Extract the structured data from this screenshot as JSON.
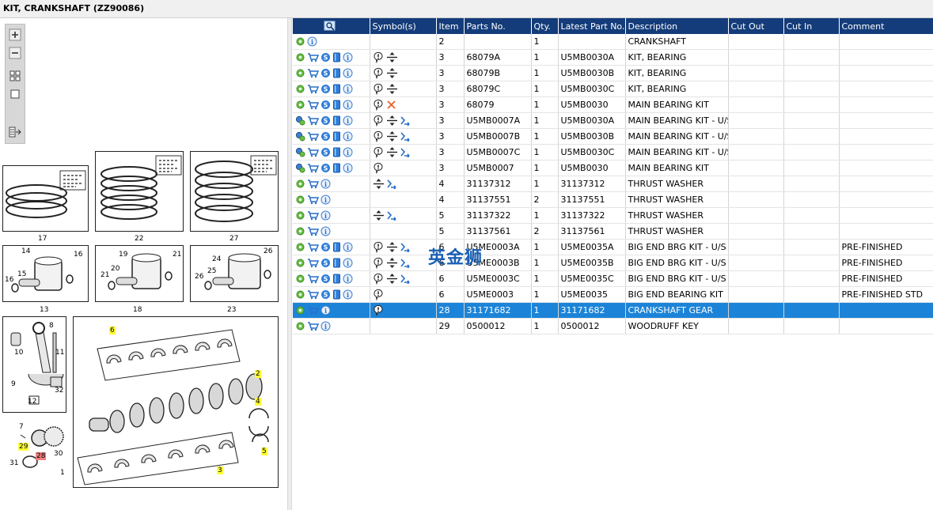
{
  "window": {
    "title": "KIT, CRANKSHAFT (ZZ90086)"
  },
  "diagram": {
    "labels": {
      "p17": "17",
      "p22": "22",
      "p27": "27",
      "p13": "13",
      "p18": "18",
      "p23": "23",
      "c14": "14",
      "c16a": "16",
      "c16b": "16",
      "c15": "15",
      "c19": "19",
      "c21a": "21",
      "c21b": "21",
      "c20": "20",
      "c24": "24",
      "c26a": "26",
      "c26b": "26",
      "c25": "25",
      "r8": "8",
      "r10": "10",
      "r11": "11",
      "r9": "9",
      "r32": "32",
      "r12": "12",
      "r7": "7",
      "r29": "29",
      "r28": "28",
      "r30": "30",
      "r31": "31",
      "r1": "1",
      "m6": "6",
      "m2": "2",
      "m4": "4",
      "m5": "5",
      "m3": "3"
    }
  },
  "grid": {
    "columns": [
      "",
      "Symbol(s)",
      "Item",
      "Parts No.",
      "Qty.",
      "Latest Part No.",
      "Description",
      "Cut Out",
      "Cut In",
      "Comment"
    ],
    "rows": [
      {
        "item": "2",
        "parts_no": "",
        "qty": "1",
        "latest": "",
        "desc": "CRANKSHAFT",
        "comment": ""
      },
      {
        "item": "3",
        "parts_no": "68079A",
        "qty": "1",
        "latest": "U5MB0030A",
        "desc": "KIT, BEARING",
        "comment": ""
      },
      {
        "item": "3",
        "parts_no": "68079B",
        "qty": "1",
        "latest": "U5MB0030B",
        "desc": "KIT, BEARING",
        "comment": ""
      },
      {
        "item": "3",
        "parts_no": "68079C",
        "qty": "1",
        "latest": "U5MB0030C",
        "desc": "KIT, BEARING",
        "comment": ""
      },
      {
        "item": "3",
        "parts_no": "68079",
        "qty": "1",
        "latest": "U5MB0030",
        "desc": "MAIN BEARING KIT",
        "comment": ""
      },
      {
        "item": "3",
        "parts_no": "U5MB0007A",
        "qty": "1",
        "latest": "U5MB0030A",
        "desc": "MAIN BEARING KIT - U/S",
        "comment": ""
      },
      {
        "item": "3",
        "parts_no": "U5MB0007B",
        "qty": "1",
        "latest": "U5MB0030B",
        "desc": "MAIN BEARING KIT - U/S",
        "comment": ""
      },
      {
        "item": "3",
        "parts_no": "U5MB0007C",
        "qty": "1",
        "latest": "U5MB0030C",
        "desc": "MAIN BEARING KIT - U/S",
        "comment": ""
      },
      {
        "item": "3",
        "parts_no": "U5MB0007",
        "qty": "1",
        "latest": "U5MB0030",
        "desc": "MAIN BEARING KIT",
        "comment": ""
      },
      {
        "item": "4",
        "parts_no": "31137312",
        "qty": "1",
        "latest": "31137312",
        "desc": "THRUST WASHER",
        "comment": ""
      },
      {
        "item": "4",
        "parts_no": "31137551",
        "qty": "2",
        "latest": "31137551",
        "desc": "THRUST WASHER",
        "comment": ""
      },
      {
        "item": "5",
        "parts_no": "31137322",
        "qty": "1",
        "latest": "31137322",
        "desc": "THRUST WASHER",
        "comment": ""
      },
      {
        "item": "5",
        "parts_no": "31137561",
        "qty": "2",
        "latest": "31137561",
        "desc": "THRUST WASHER",
        "comment": ""
      },
      {
        "item": "6",
        "parts_no": "U5ME0003A",
        "qty": "1",
        "latest": "U5ME0035A",
        "desc": "BIG END BRG KIT - U/S",
        "comment": "PRE-FINISHED"
      },
      {
        "item": "6",
        "parts_no": "U5ME0003B",
        "qty": "1",
        "latest": "U5ME0035B",
        "desc": "BIG END BRG KIT - U/S",
        "comment": "PRE-FINISHED"
      },
      {
        "item": "6",
        "parts_no": "U5ME0003C",
        "qty": "1",
        "latest": "U5ME0035C",
        "desc": "BIG END BRG KIT - U/S",
        "comment": "PRE-FINISHED"
      },
      {
        "item": "6",
        "parts_no": "U5ME0003",
        "qty": "1",
        "latest": "U5ME0035",
        "desc": "BIG END BEARING KIT",
        "comment": "PRE-FINISHED  STD"
      },
      {
        "item": "28",
        "parts_no": "31171682",
        "qty": "1",
        "latest": "31171682",
        "desc": "CRANKSHAFT GEAR",
        "comment": ""
      },
      {
        "item": "29",
        "parts_no": "0500012",
        "qty": "1",
        "latest": "0500012",
        "desc": "WOODRUFF KEY",
        "comment": ""
      }
    ]
  },
  "watermark": "英金狮",
  "colors": {
    "header": "#143c7a",
    "selected": "#1c84d8",
    "highlight_yellow": "#ffff33",
    "highlight_red": "#f08080"
  }
}
